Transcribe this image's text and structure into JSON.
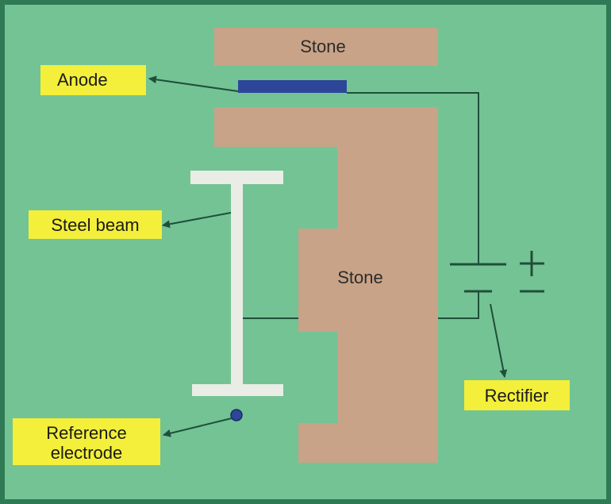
{
  "labels": {
    "stone_top": "Stone",
    "stone_main": "Stone",
    "anode": "Anode",
    "steel_beam": "Steel beam",
    "rectifier": "Rectifier",
    "reference_line1": "Reference",
    "reference_line2": "electrode",
    "plus_sign": "+",
    "minus_sign": "−"
  },
  "colors": {
    "background": "#74c394",
    "border": "#2f7a55",
    "stone": "#c8a387",
    "anode": "#2d4699",
    "steel": "#e9ede6",
    "label_fill": "#f3ef3a",
    "wire": "#1f4f3a",
    "electrode": "#2d4699"
  }
}
